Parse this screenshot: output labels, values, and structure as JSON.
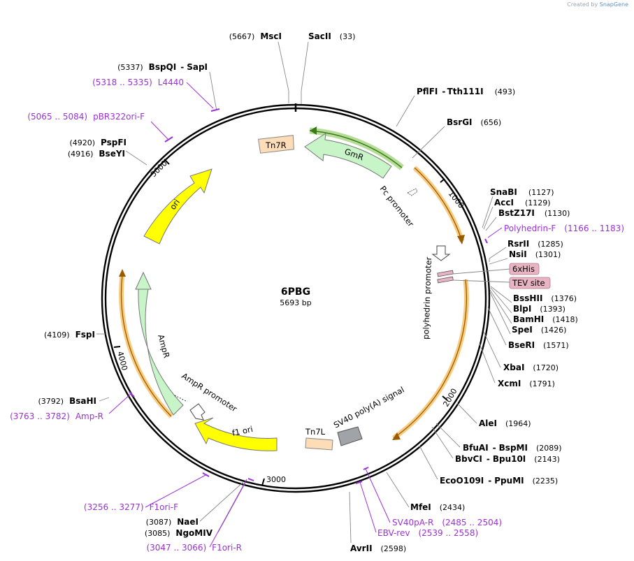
{
  "watermark": {
    "prefix": "Created by",
    "brand": "SnapGene"
  },
  "plasmid": {
    "name": "6PBG",
    "size": "5693 bp"
  },
  "ticks": [
    {
      "label": "1000",
      "bp": 1000
    },
    {
      "label": "2000",
      "bp": 2000
    },
    {
      "label": "3000",
      "bp": 3000
    },
    {
      "label": "4000",
      "bp": 4000
    },
    {
      "label": "5000",
      "bp": 5000
    }
  ],
  "enzymes": [
    {
      "name": "MscI",
      "pos": "(5667)"
    },
    {
      "name": "SacII",
      "pos": "(33)"
    },
    {
      "name": "BspQI",
      "name2": "SapI",
      "pos": "(5337)"
    },
    {
      "name": "PflFI",
      "name2": "Tth111I",
      "pos": "(493)"
    },
    {
      "name": "BsrGI",
      "pos": "(656)"
    },
    {
      "name": "PspFI",
      "pos": "(4920)"
    },
    {
      "name": "BseYI",
      "pos": "(4916)"
    },
    {
      "name": "SnaBI",
      "pos": "(1127)"
    },
    {
      "name": "AccI",
      "pos": "(1129)"
    },
    {
      "name": "BstZ17I",
      "pos": "(1130)"
    },
    {
      "name": "RsrII",
      "pos": "(1285)"
    },
    {
      "name": "NsiI",
      "pos": "(1301)"
    },
    {
      "name": "BssHII",
      "pos": "(1376)"
    },
    {
      "name": "BlpI",
      "pos": "(1393)"
    },
    {
      "name": "BamHI",
      "pos": "(1418)"
    },
    {
      "name": "SpeI",
      "pos": "(1426)"
    },
    {
      "name": "BseRI",
      "pos": "(1571)"
    },
    {
      "name": "XbaI",
      "pos": "(1720)"
    },
    {
      "name": "XcmI",
      "pos": "(1791)"
    },
    {
      "name": "FspI",
      "pos": "(4109)"
    },
    {
      "name": "BsaHI",
      "pos": "(3792)"
    },
    {
      "name": "AleI",
      "pos": "(1964)"
    },
    {
      "name": "BfuAI",
      "name2": "BspMI",
      "pos": "(2089)"
    },
    {
      "name": "BbvCI",
      "name2": "Bpu10I",
      "pos": "(2143)"
    },
    {
      "name": "EcoO109I",
      "name2": "PpuMI",
      "pos": "(2235)"
    },
    {
      "name": "MfeI",
      "pos": "(2434)"
    },
    {
      "name": "AvrII",
      "pos": "(2598)"
    },
    {
      "name": "NaeI",
      "pos": "(3087)"
    },
    {
      "name": "NgoMIV",
      "pos": "(3085)"
    }
  ],
  "primers": [
    {
      "name": "L4440",
      "range": "(5318 .. 5335)"
    },
    {
      "name": "pBR322ori-F",
      "range": "(5065 .. 5084)"
    },
    {
      "name": "Polyhedrin-F",
      "range": "(1166 .. 1183)"
    },
    {
      "name": "Amp-R",
      "range": "(3763 .. 3782)"
    },
    {
      "name": "F1ori-F",
      "range": "(3256 .. 3277)"
    },
    {
      "name": "F1ori-R",
      "range": "(3047 .. 3066)"
    },
    {
      "name": "SV40pA-R",
      "range": "(2485 .. 2504)"
    },
    {
      "name": "EBV-rev",
      "range": "(2539 .. 2558)"
    }
  ],
  "features": [
    {
      "name": "Tn7R",
      "color": "#fddcb8"
    },
    {
      "name": "GmR",
      "color": "#c8f5c8"
    },
    {
      "name": "Pc promoter",
      "color": "#ffffff"
    },
    {
      "name": "polyhedrin promoter",
      "color": "#ffffff"
    },
    {
      "name": "6xHis",
      "color": "#e8b4c4"
    },
    {
      "name": "TEV site",
      "color": "#e8b4c4"
    },
    {
      "name": "ori",
      "color": "#ffff00"
    },
    {
      "name": "AmpR",
      "color": "#c8f5c8"
    },
    {
      "name": "AmpR promoter",
      "color": "#ffffff"
    },
    {
      "name": "f1 ori",
      "color": "#ffff00"
    },
    {
      "name": "Tn7L",
      "color": "#fddcb8"
    },
    {
      "name": "SV40 poly(A) signal",
      "color": "#a0a4a8"
    }
  ],
  "colors": {
    "backbone": "#000000",
    "primer": "#9b30d9",
    "orf_halo": "#f5b74a",
    "gmr_halo": "#7ac143",
    "tag": "#e8b4c4"
  }
}
